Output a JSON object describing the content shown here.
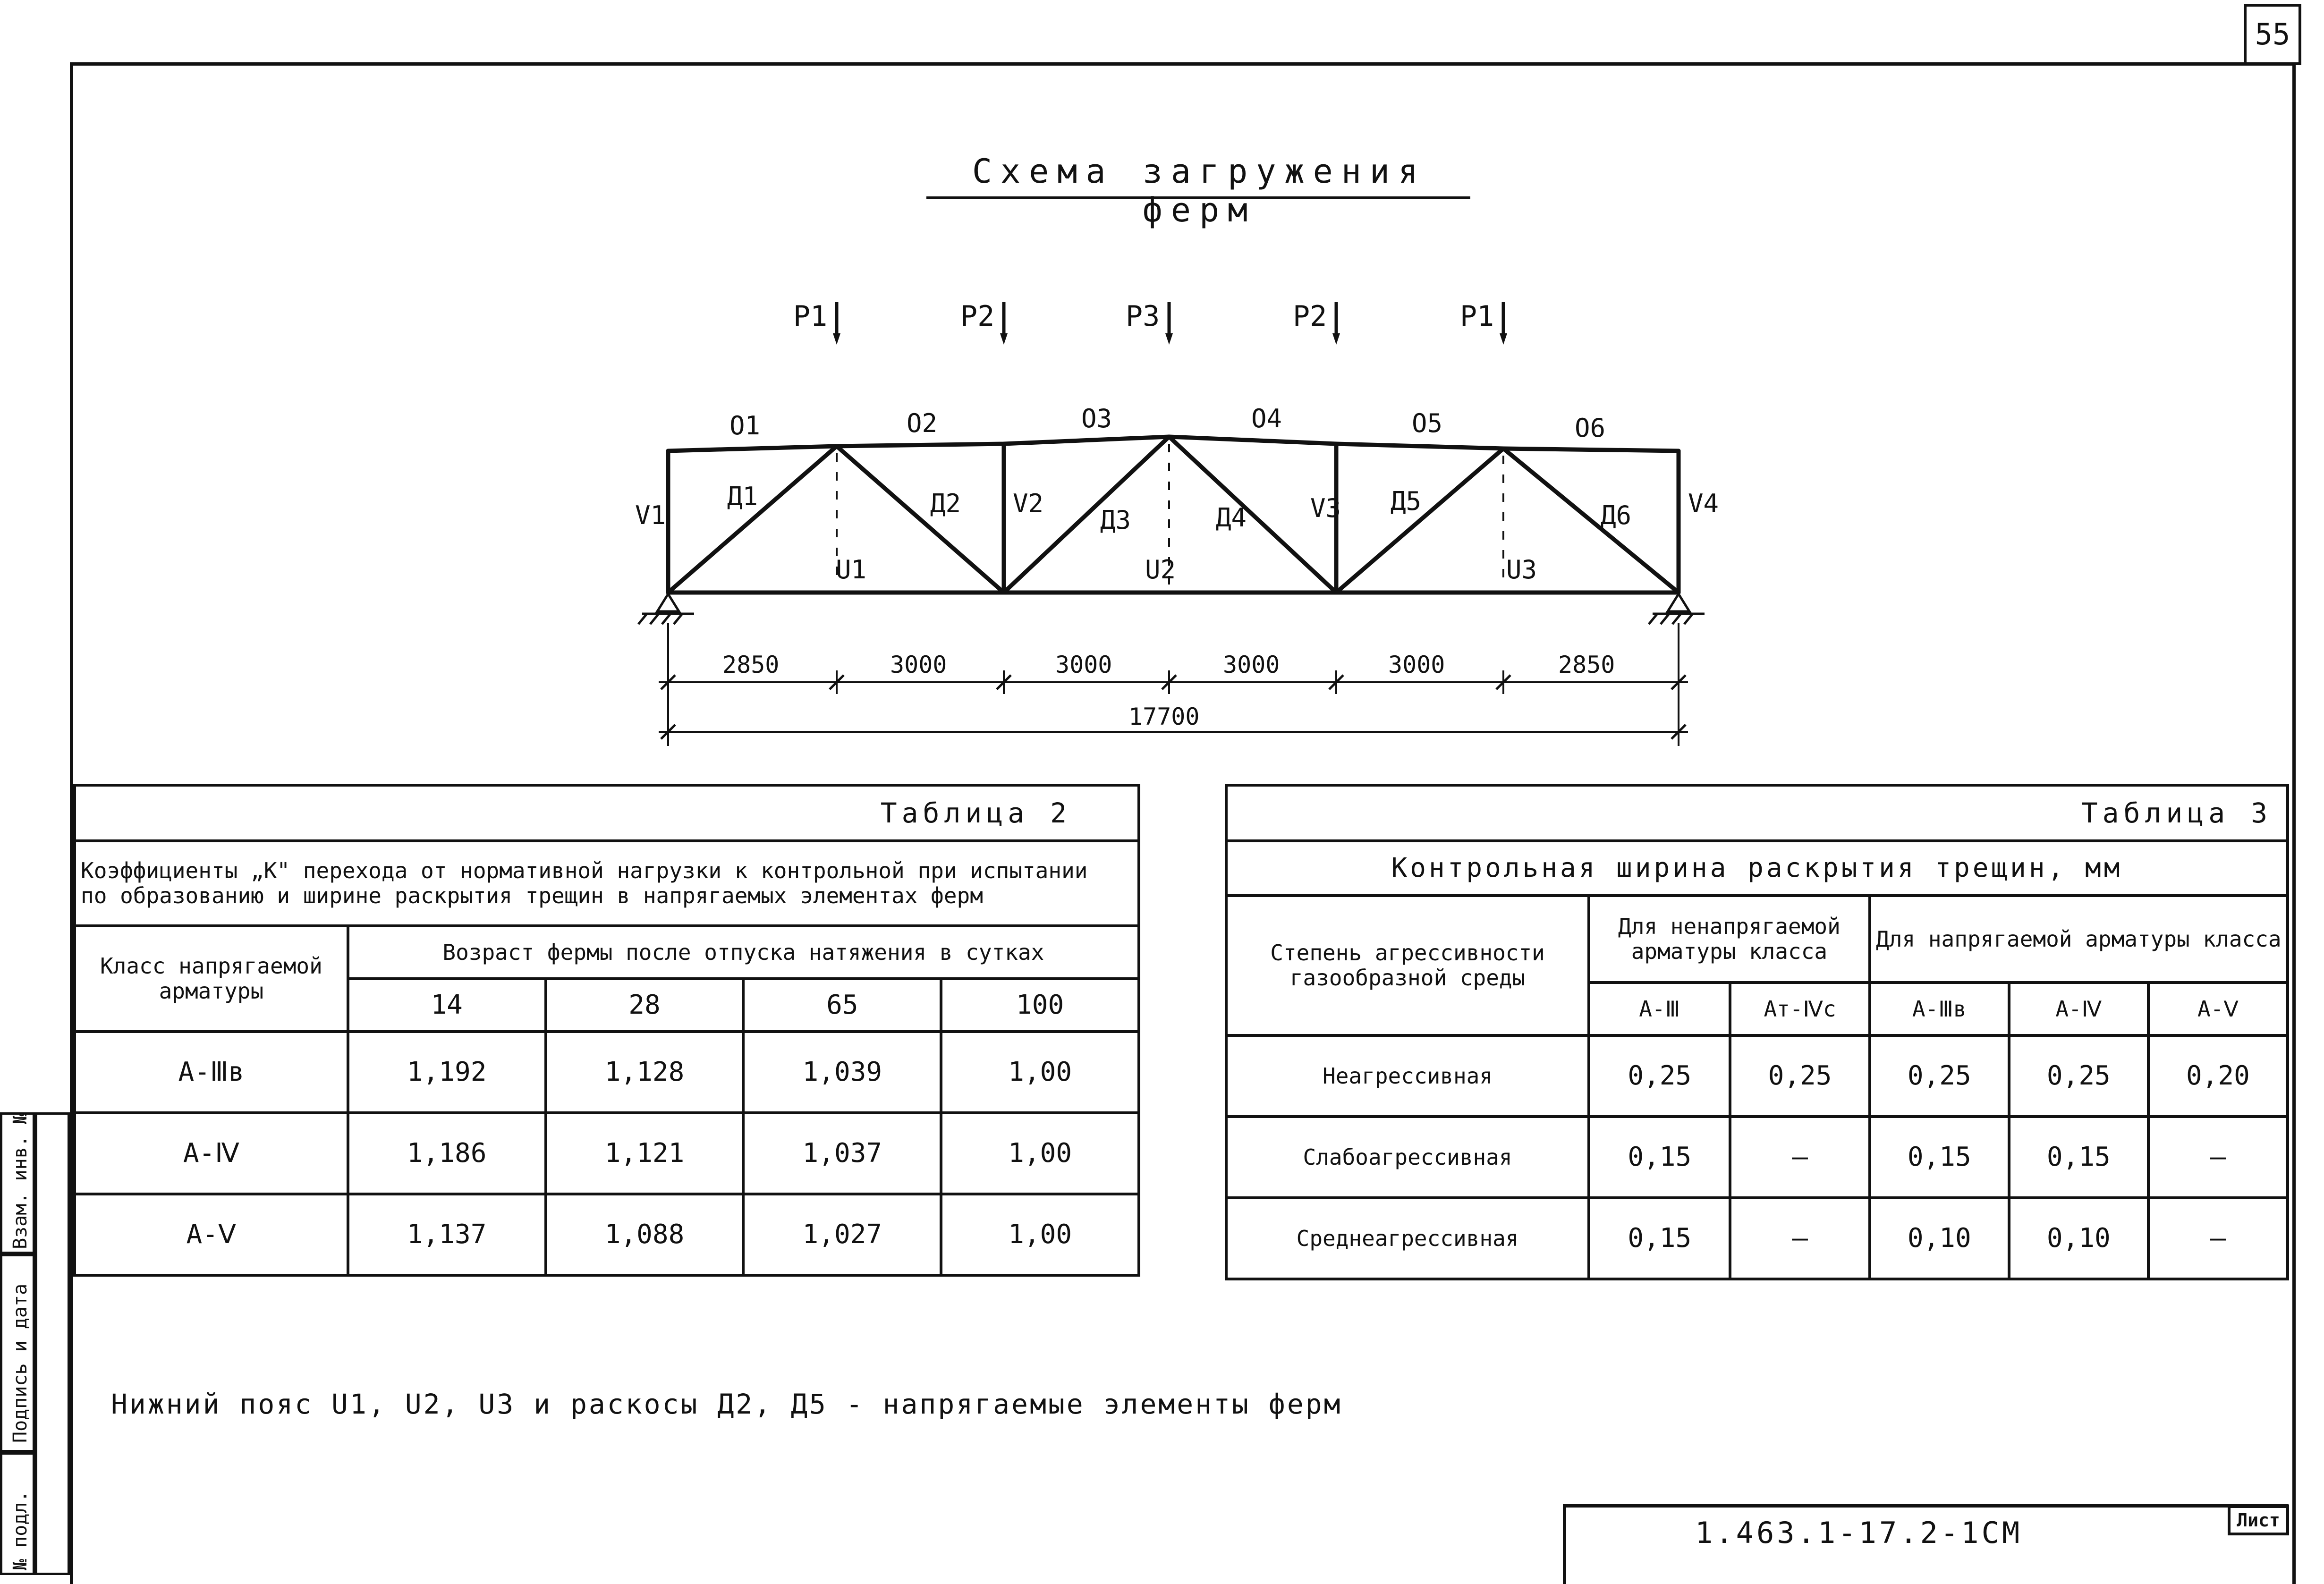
{
  "page_number": "55",
  "title": "Схема загружения ферм",
  "truss": {
    "loads": [
      "P1",
      "P2",
      "P3",
      "P2",
      "P1"
    ],
    "top_chord": [
      "O1",
      "O2",
      "O3",
      "O4",
      "O5",
      "O6"
    ],
    "verticals": [
      "V1",
      "V2",
      "V3",
      "V4"
    ],
    "diagonals": [
      "Д1",
      "Д2",
      "Д3",
      "Д4",
      "Д5",
      "Д6"
    ],
    "bottom_chord": [
      "U1",
      "U2",
      "U3"
    ],
    "spans": [
      "2850",
      "3000",
      "3000",
      "3000",
      "3000",
      "2850"
    ],
    "total_span": "17700"
  },
  "table2": {
    "caption": "Таблица 2",
    "heading_line1": "Коэффициенты „К\" перехода от нормативной нагрузки к контрольной при испытании",
    "heading_line2": "по образованию и ширине раскрытия трещин в напрягаемых элементах ферм",
    "class_header": "Класс напрягаемой арматуры",
    "age_header": "Возраст фермы после отпуска натяжения в сутках",
    "ages": [
      "14",
      "28",
      "65",
      "100"
    ],
    "rows": [
      {
        "cls": "А-Ⅲв",
        "values": [
          "1,192",
          "1,128",
          "1,039",
          "1,00"
        ]
      },
      {
        "cls": "А-Ⅳ",
        "values": [
          "1,186",
          "1,121",
          "1,037",
          "1,00"
        ]
      },
      {
        "cls": "А-Ⅴ",
        "values": [
          "1,137",
          "1,088",
          "1,027",
          "1,00"
        ]
      }
    ]
  },
  "table3": {
    "caption": "Таблица 3",
    "heading": "Контрольная ширина раскрытия трещин, мм",
    "env_header": "Степень агрессивности газообразной среды",
    "nonprestressed_header": "Для ненапрягаемой арматуры класса",
    "prestressed_header": "Для напрягаемой арматуры класса",
    "classes": [
      "А-Ⅲ",
      "Ат-Ⅳс",
      "А-Ⅲв",
      "А-Ⅳ",
      "А-Ⅴ"
    ],
    "rows": [
      {
        "env": "Неагрессивная",
        "values": [
          "0,25",
          "0,25",
          "0,25",
          "0,25",
          "0,20"
        ]
      },
      {
        "env": "Слабоагрессивная",
        "values": [
          "0,15",
          "—",
          "0,15",
          "0,15",
          "—"
        ]
      },
      {
        "env": "Среднеагрессивная",
        "values": [
          "0,15",
          "—",
          "0,10",
          "0,10",
          "—"
        ]
      }
    ]
  },
  "note": "Нижний пояс U1, U2, U3 и раскосы Д2, Д5 - напрягаемые элементы ферм",
  "stamp": {
    "code": "1.463.1-17.2-1СМ",
    "sheet_label": "Лист"
  },
  "side_strip": {
    "inv_no": "№ подл.",
    "sign_date": "Подпись и дата",
    "replaced_inv": "Взам. инв. №"
  }
}
